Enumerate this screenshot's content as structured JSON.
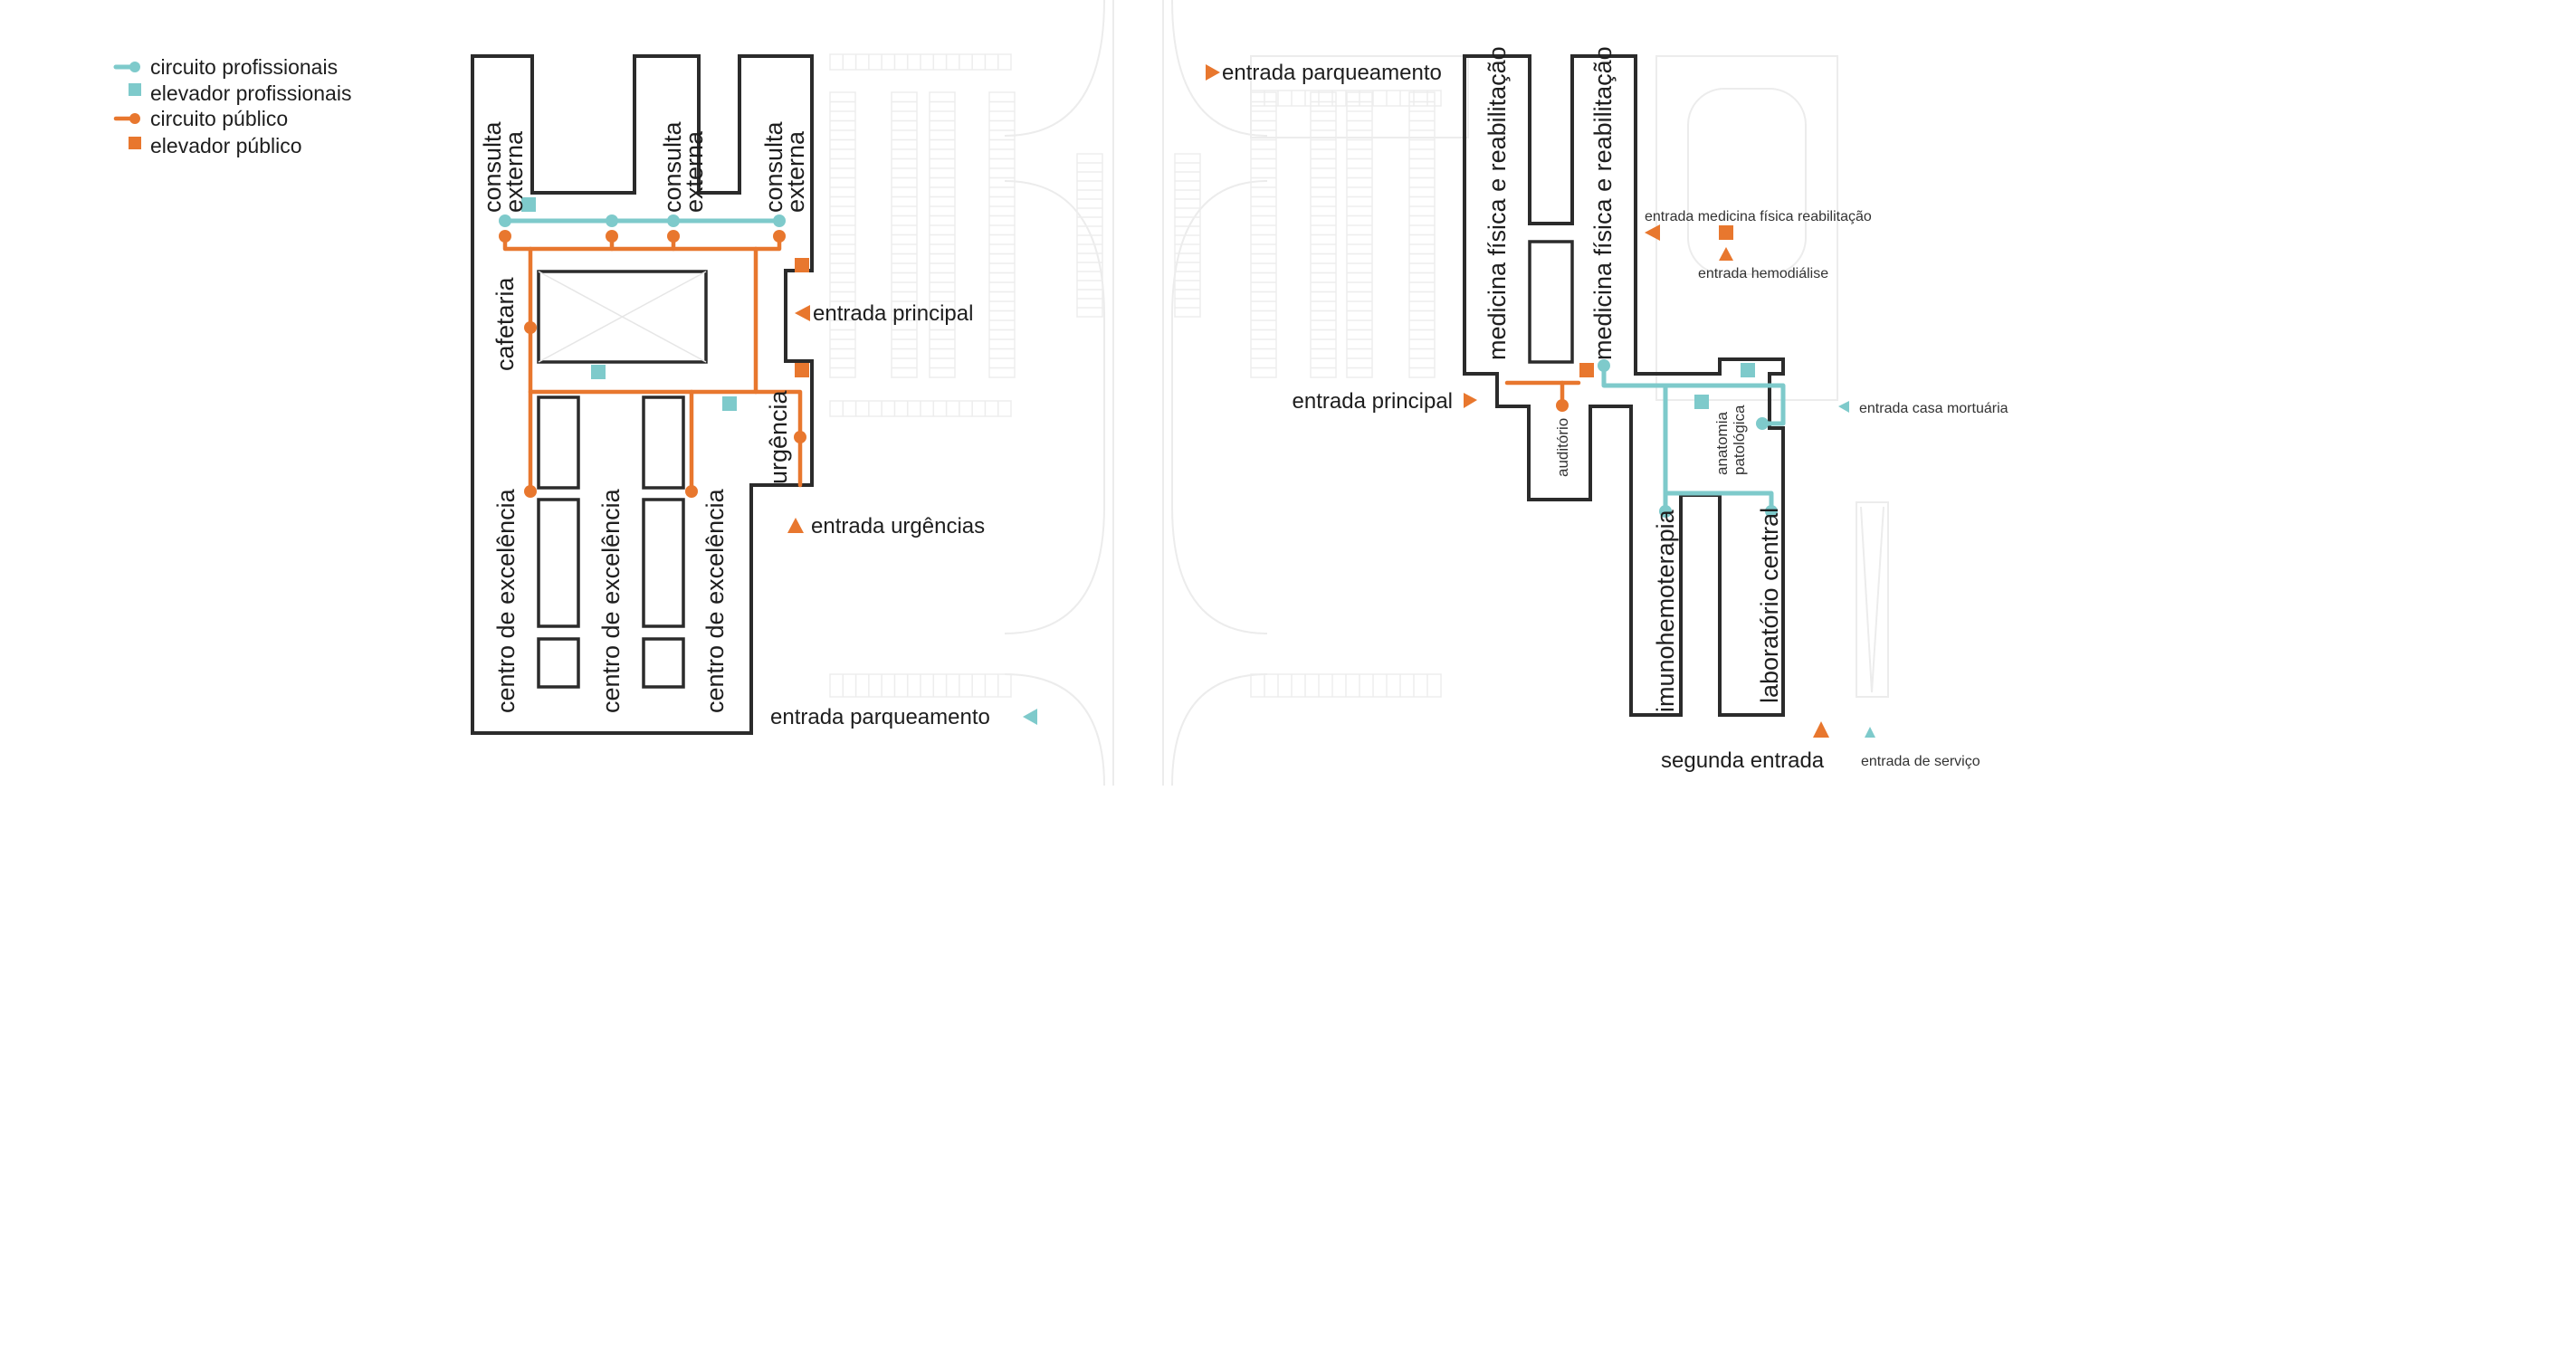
{
  "legend": {
    "items": [
      {
        "label": "circuito profissionais",
        "symbol": "line-dot",
        "color": "#7ECACB"
      },
      {
        "label": "elevador profissionais",
        "symbol": "square",
        "color": "#7ECACB"
      },
      {
        "label": "circuito público",
        "symbol": "line-dot",
        "color": "#E8772E"
      },
      {
        "label": "elevador público",
        "symbol": "square",
        "color": "#E8772E"
      }
    ]
  },
  "colors": {
    "professional": "#7ECACB",
    "public": "#E8772E",
    "walls": "#2b2b2b",
    "background_plan": "#ececec"
  },
  "left_building": {
    "rooms": {
      "consulta_1": [
        "consulta",
        "externa"
      ],
      "consulta_2": [
        "consulta",
        "externa"
      ],
      "consulta_3": [
        "consulta",
        "externa"
      ],
      "cafetaria": "cafetaria",
      "urgencia": "urgência",
      "centro_1": "centro de excelência",
      "centro_2": "centro de excelência",
      "centro_3": "centro de excelência"
    },
    "entrances": {
      "principal": "entrada principal",
      "urgencias": "entrada urgências",
      "parqueamento": "entrada parqueamento"
    }
  },
  "right_building": {
    "rooms": {
      "medicina_1": "medicina física e reabilitação",
      "medicina_2": "medicina física e reabilitação",
      "auditorio": "auditório",
      "anatomia": [
        "anatomia",
        "patológica"
      ],
      "imuno": "imunohemoterapia",
      "laboratorio": "laboratório central"
    },
    "entrances": {
      "parqueamento": "entrada parqueamento",
      "principal": "entrada principal",
      "medicina": "entrada medicina física reabilitação",
      "hemodialise": "entrada hemodiálise",
      "mortuaria": "entrada casa mortuária",
      "segunda": "segunda entrada",
      "servico": "entrada de serviço"
    }
  }
}
